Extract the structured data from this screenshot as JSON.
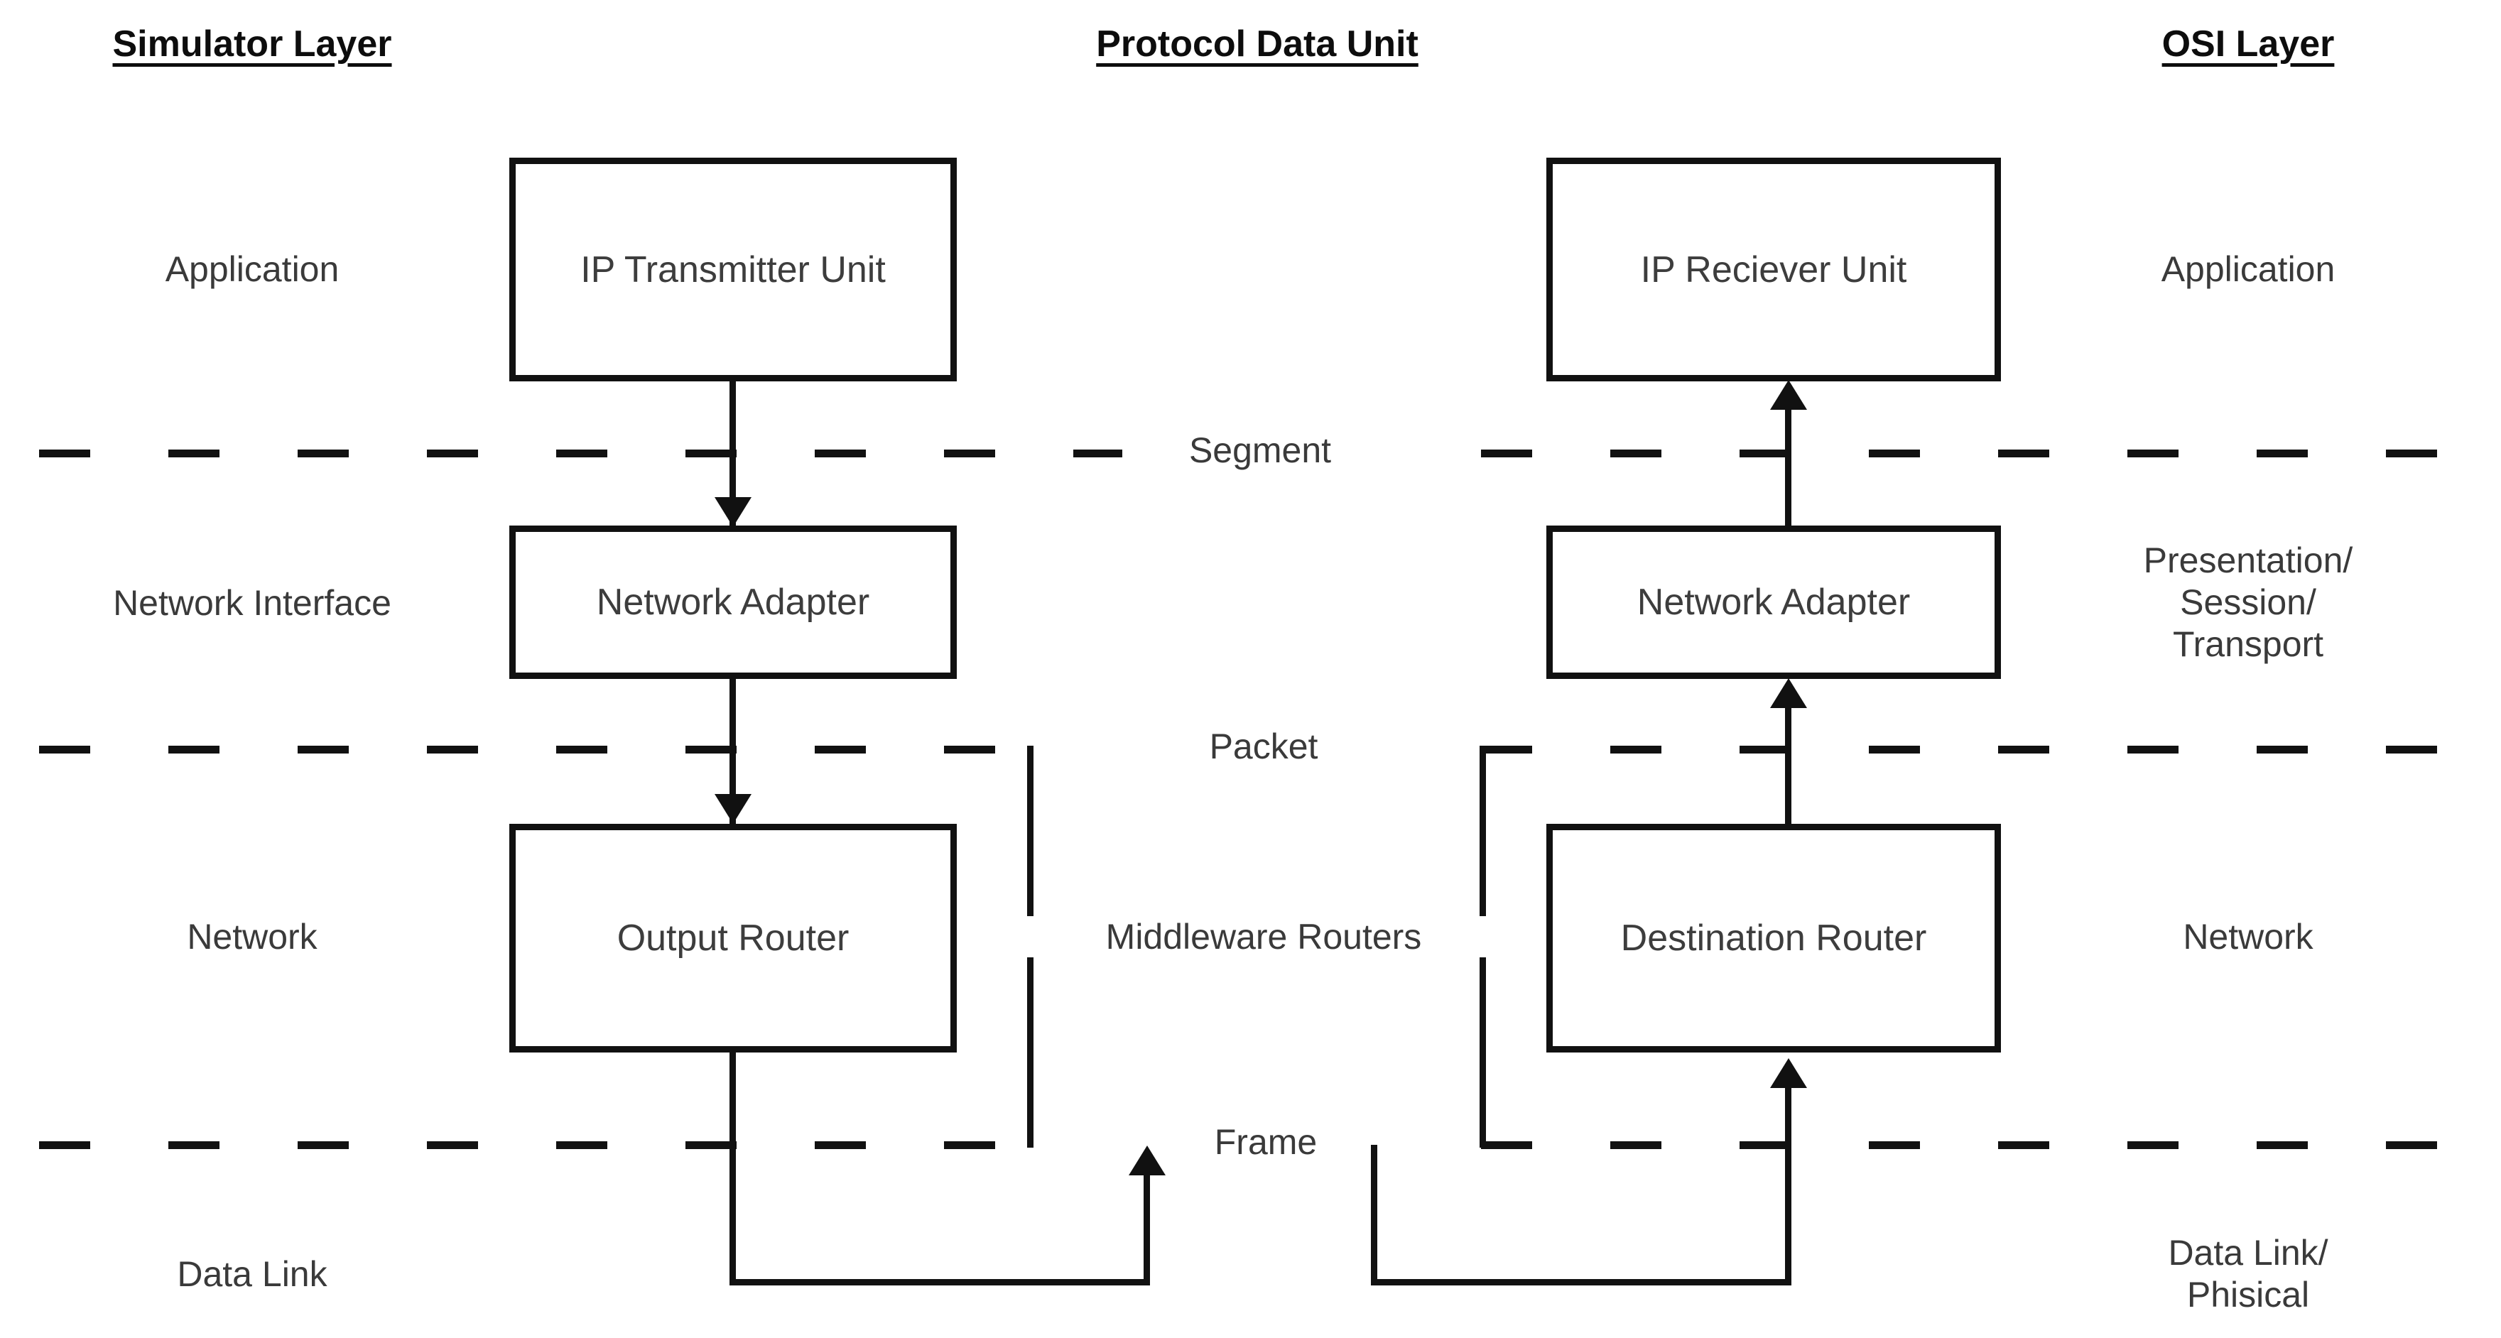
{
  "columns": {
    "left_header": "Simulator Layer",
    "middle_header": "Protocol Data Unit",
    "right_header": "OSI Layer"
  },
  "simulator_layers": [
    "Application",
    "Network Interface",
    "Network",
    "Data Link"
  ],
  "osi_layers": [
    "Application",
    "Presentation/\nSession/\nTransport",
    "Network",
    "Data Link/\nPhisical"
  ],
  "pdu_labels": [
    "Segment",
    "Packet",
    "Frame"
  ],
  "nodes": {
    "transmitter": "IP Transmitter Unit",
    "adapter_left": "Network Adapter",
    "output_router": "Output Router",
    "middleware": "Middleware Routers",
    "receiver": "IP Reciever Unit",
    "adapter_right": "Network Adapter",
    "destination_router": "Destination Router"
  },
  "style": {
    "stroke": "#111111",
    "text": "#3a3a3a",
    "background": "#ffffff"
  }
}
